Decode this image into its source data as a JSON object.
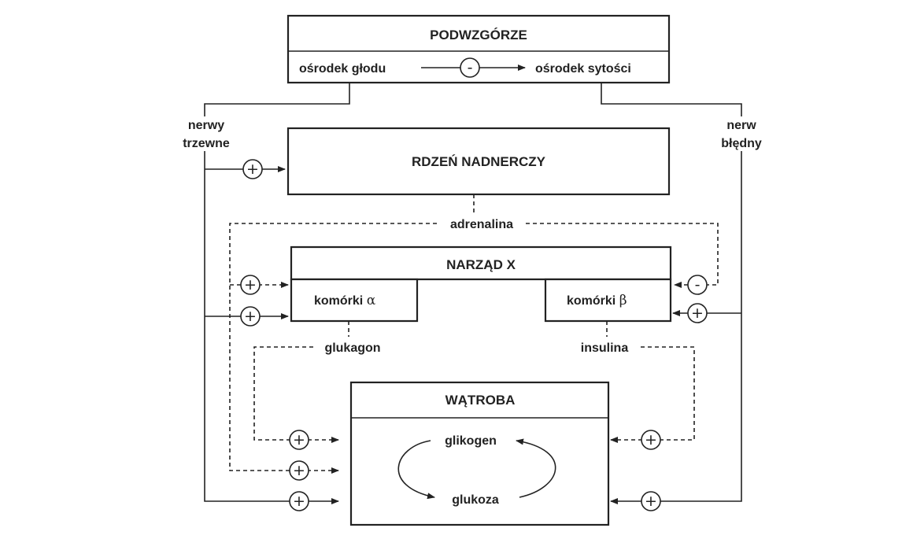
{
  "hypothalamus": {
    "title": "PODWZGÓRZE",
    "hunger_center": "ośrodek głodu",
    "satiety_center": "ośrodek sytości",
    "inhibit_sign": "-"
  },
  "nerves": {
    "left_line1": "nerwy",
    "left_line2": "trzewne",
    "right_line1": "nerw",
    "right_line2": "błędny"
  },
  "adrenal": {
    "title": "RDZEŃ NADNERCZY"
  },
  "hormones": {
    "adrenaline": "adrenalina",
    "glucagon": "glukagon",
    "insulin": "insulina"
  },
  "organ_x": {
    "title": "NARZĄD X",
    "alpha_label": "komórki",
    "alpha_symbol": "α",
    "beta_label": "komórki",
    "beta_symbol": "β"
  },
  "liver": {
    "title": "WĄTROBA",
    "glycogen": "glikogen",
    "glucose": "glukoza"
  },
  "signs": {
    "plus": "+",
    "minus": "-"
  }
}
